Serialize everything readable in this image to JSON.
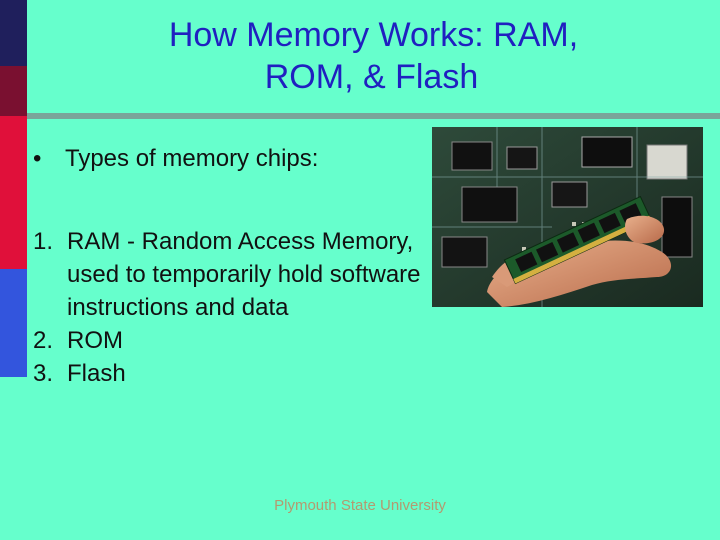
{
  "slide": {
    "title_line1": "How Memory Works:  RAM,",
    "title_line2": "ROM, & Flash",
    "bullet": "Types of memory chips:",
    "bullet_marker": "•",
    "items": [
      {
        "num": "1.",
        "text": "RAM - Random Access Memory, used to temporarily hold software instructions and data"
      },
      {
        "num": "2.",
        "text": "ROM"
      },
      {
        "num": "3.",
        "text": "Flash"
      }
    ],
    "footer": "Plymouth State University"
  },
  "colors": {
    "background": "#66ffcc",
    "title": "#2020c0",
    "footer": "#b39a70"
  },
  "photo_subject": "hand-holding-ram-module-over-motherboard"
}
